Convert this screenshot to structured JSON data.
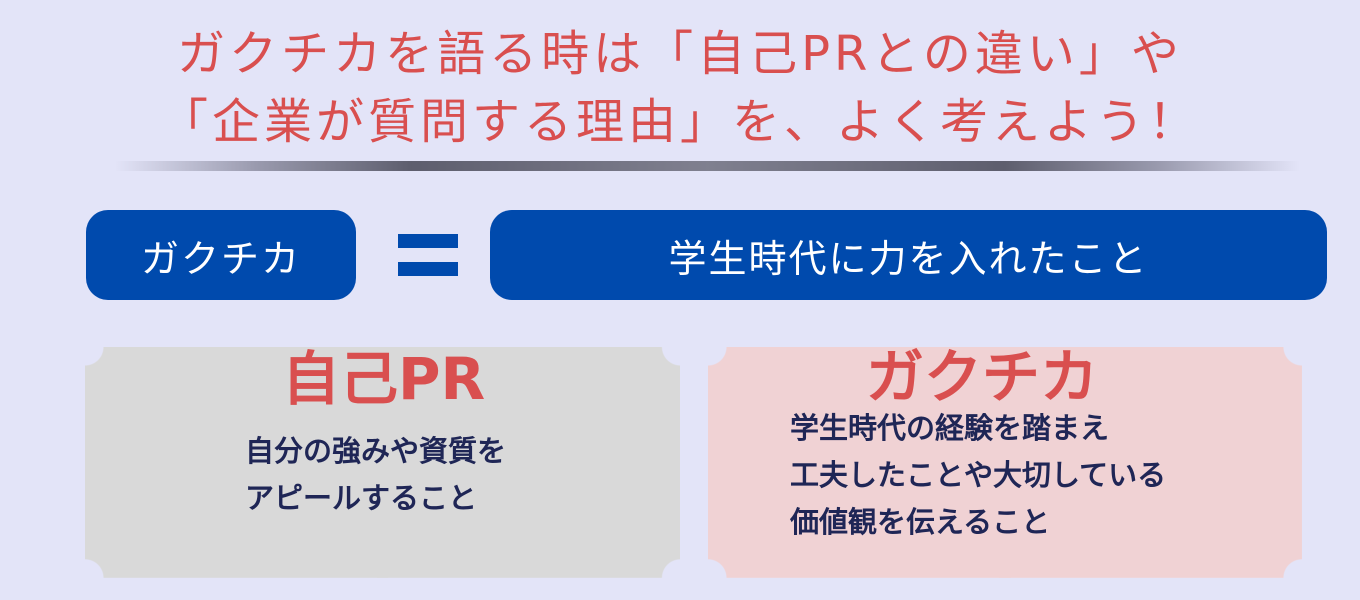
{
  "headline": {
    "line1": "ガクチカを語る時は「自己PRとの違い」や",
    "line2": "「企業が質問する理由」を、よく考えよう！"
  },
  "definition": {
    "term": "ガクチカ",
    "meaning": "学生時代に力を入れたこと"
  },
  "cards": [
    {
      "title": "自己PR",
      "lines": [
        "自分の強みや資質を",
        "アピールすること"
      ]
    },
    {
      "title": "ガクチカ",
      "lines": [
        "学生時代の経験を踏まえ",
        "工夫したことや大切している",
        "価値観を伝えること"
      ]
    }
  ],
  "colors": {
    "accent_red": "#d94f4f",
    "brand_blue": "#004aad",
    "text_navy": "#1f2656",
    "background": "#e3e4f8"
  }
}
